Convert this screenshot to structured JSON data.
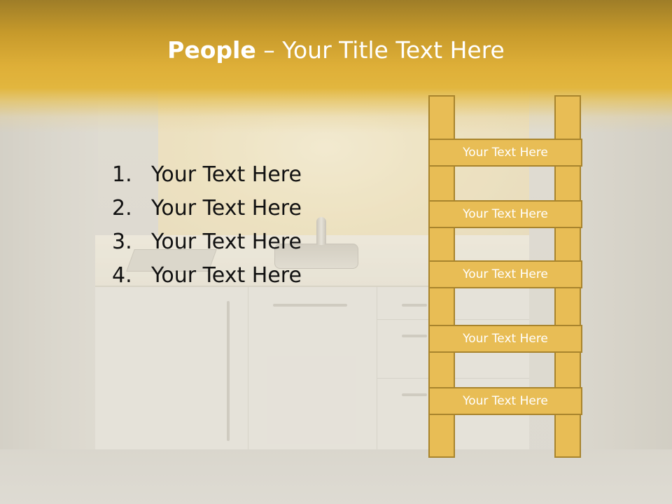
{
  "slide": {
    "title_bold": "People",
    "title_rest": " – Your Title Text Here",
    "list": [
      {
        "number": "1.",
        "text": "Your Text Here"
      },
      {
        "number": "2.",
        "text": "Your Text Here"
      },
      {
        "number": "3.",
        "text": "Your Text Here"
      },
      {
        "number": "4.",
        "text": "Your Text Here"
      }
    ],
    "ladder": {
      "rungs": [
        "Your Text Here",
        "Your Text Here",
        "Your Text Here",
        "Your Text Here",
        "Your Text Here"
      ]
    }
  },
  "colors": {
    "banner_gold": "#deaf38",
    "ladder_fill": "#e8bd55",
    "ladder_outline": "#a8842d",
    "title_text": "#ffffff",
    "body_text": "#111111"
  }
}
